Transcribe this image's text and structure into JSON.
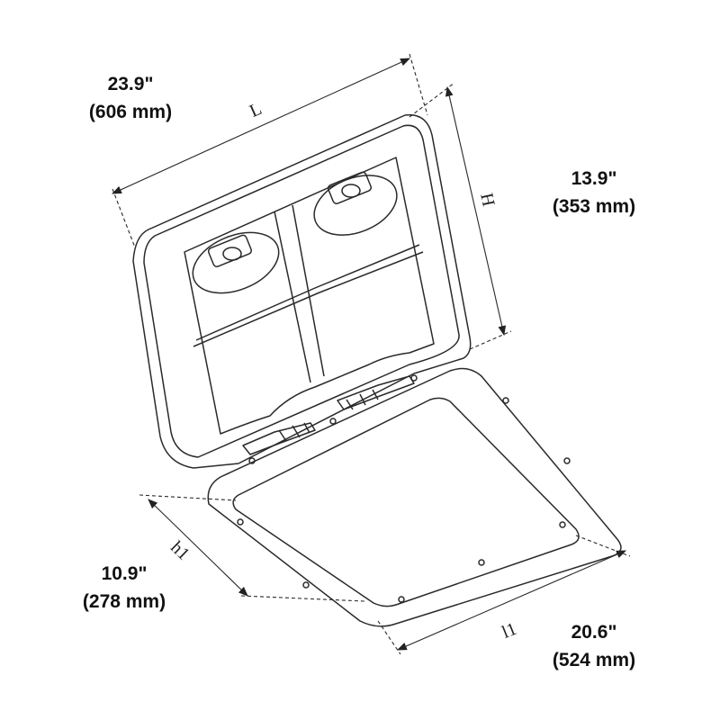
{
  "dimensions": {
    "length": {
      "symbol": "L",
      "inches": "23.9\"",
      "mm": "(606 mm)"
    },
    "height": {
      "symbol": "H",
      "inches": "13.9\"",
      "mm": "(353 mm)"
    },
    "opening_height": {
      "symbol": "h1",
      "inches": "10.9\"",
      "mm": "(278 mm)"
    },
    "opening_length": {
      "symbol": "l1",
      "inches": "20.6\"",
      "mm": "(524 mm)"
    }
  },
  "colors": {
    "line": "#2a2a2a",
    "text": "#111111"
  }
}
